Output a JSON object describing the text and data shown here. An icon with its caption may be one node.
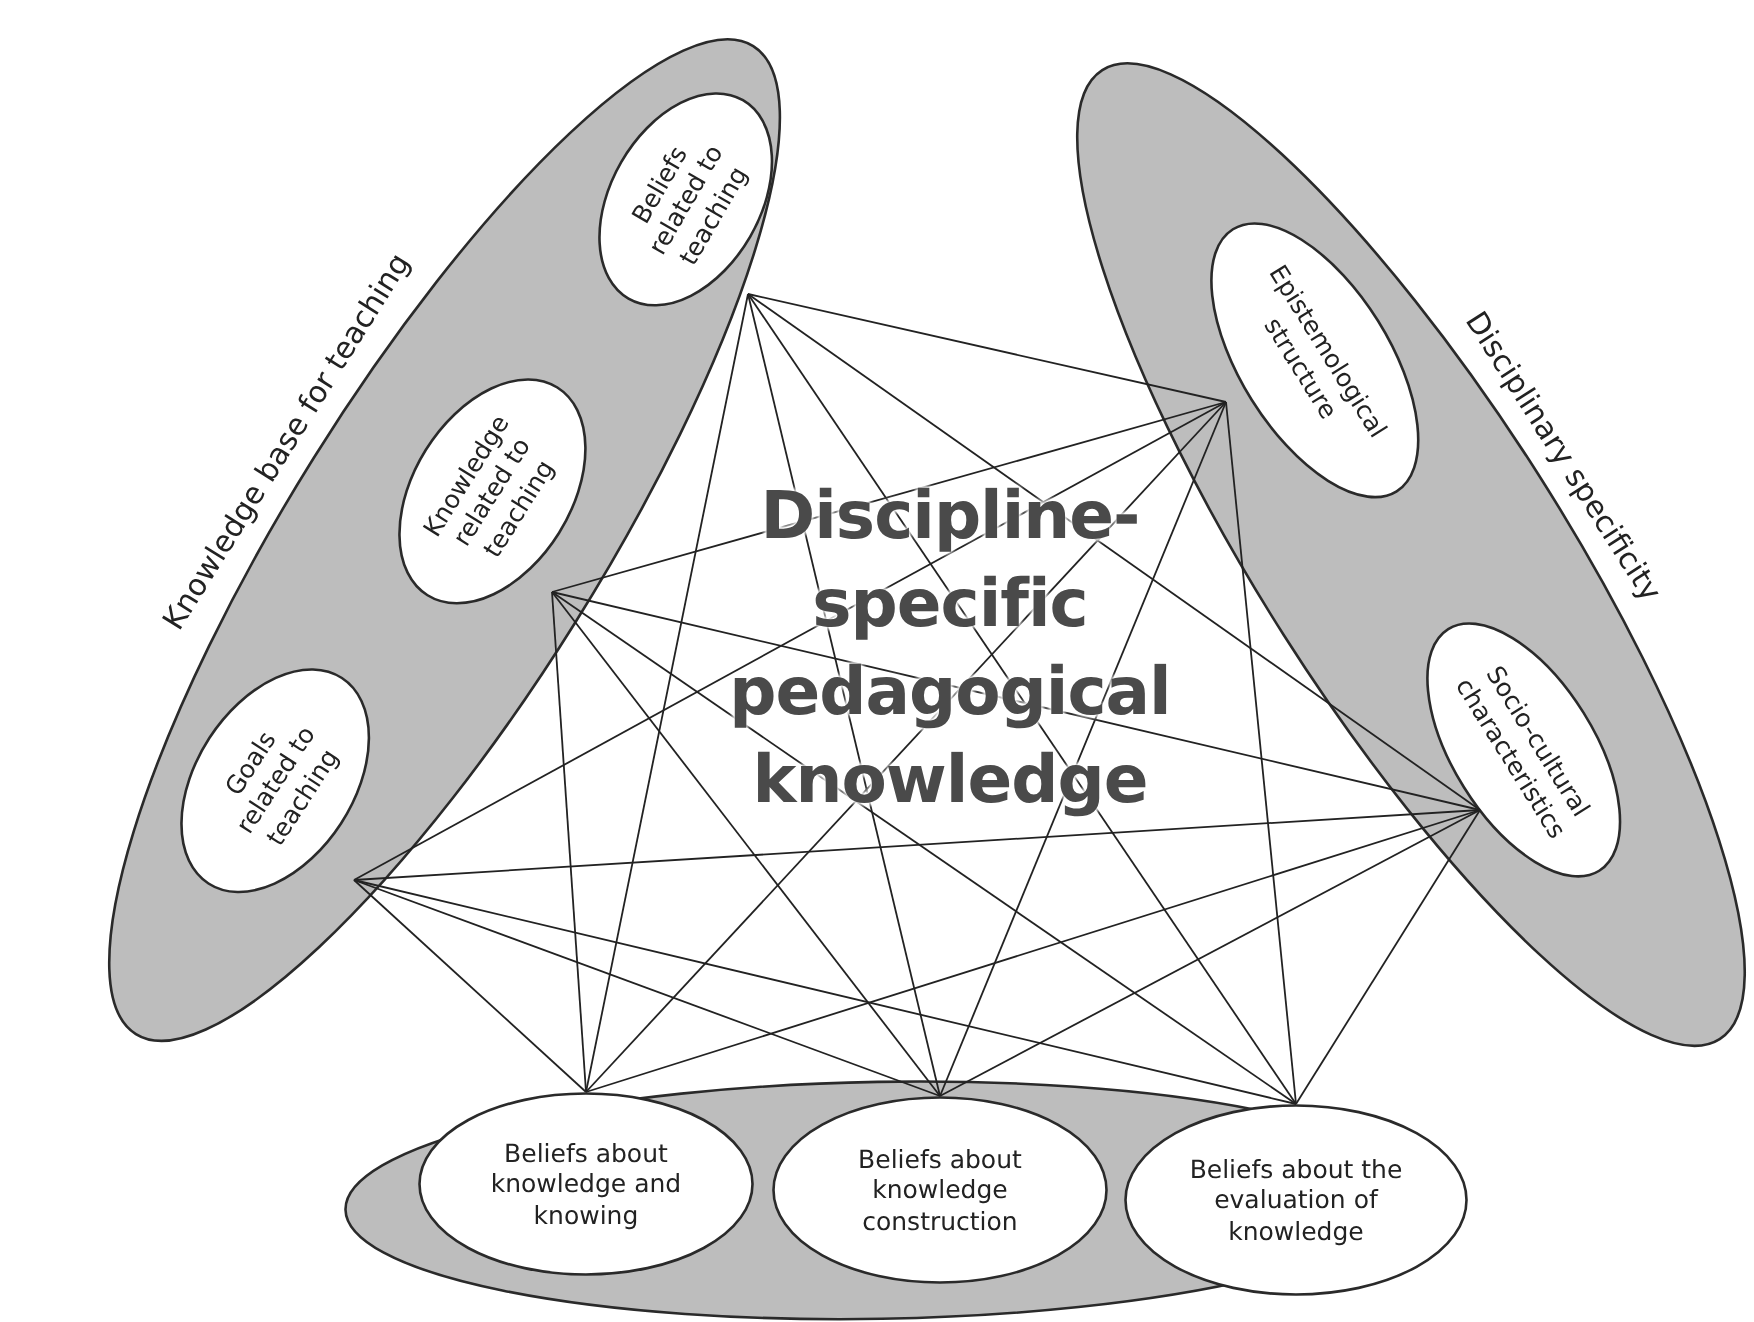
{
  "diagram": {
    "nodes": [
      {
        "text": [
          "Knowledge base for teaching"
        ]
      },
      {
        "text": [
          "Beliefs related to teaching"
        ],
        "in": 0
      },
      {
        "text": [
          "Knowledge related to teaching"
        ],
        "in": 0
      },
      {
        "text": [
          "Goals related to teaching"
        ],
        "in": 0
      },
      {
        "text": [
          "Disciplinary specificity"
        ]
      },
      {
        "text": [
          "Epistemological structure"
        ],
        "in": 4
      },
      {
        "text": [
          "Socio-cultural characteristics"
        ],
        "in": 4
      },
      {
        "text": [],
        "shape": "ellipse"
      },
      {
        "text": [
          "Beliefs about knowledge and knowing"
        ],
        "in": 7
      },
      {
        "text": [
          "Beliefs about knowledge construction"
        ],
        "in": 7
      },
      {
        "text": [
          "Beliefs about the evaluation of knowledge"
        ],
        "in": 7
      }
    ],
    "edges": [
      {
        "from": 1,
        "to": 5,
        "arrow": "none"
      },
      {
        "from": 1,
        "to": 6,
        "arrow": "none"
      },
      {
        "from": 1,
        "to": 8,
        "arrow": "none"
      },
      {
        "from": 1,
        "to": 9,
        "arrow": "none"
      },
      {
        "from": 1,
        "to": 10,
        "arrow": "none"
      },
      {
        "from": 2,
        "to": 5,
        "arrow": "none"
      },
      {
        "from": 2,
        "to": 6,
        "arrow": "none"
      },
      {
        "from": 2,
        "to": 8,
        "arrow": "none"
      },
      {
        "from": 2,
        "to": 9,
        "arrow": "none"
      },
      {
        "from": 2,
        "to": 10,
        "arrow": "none"
      },
      {
        "from": 3,
        "to": 5,
        "arrow": "none"
      },
      {
        "from": 3,
        "to": 6,
        "arrow": "none"
      },
      {
        "from": 3,
        "to": 8,
        "arrow": "none"
      },
      {
        "from": 3,
        "to": 9,
        "arrow": "none"
      },
      {
        "from": 3,
        "to": 10,
        "arrow": "none"
      },
      {
        "from": 5,
        "to": 8,
        "arrow": "none"
      },
      {
        "from": 5,
        "to": 9,
        "arrow": "none"
      },
      {
        "from": 5,
        "to": 10,
        "arrow": "none"
      },
      {
        "from": 6,
        "to": 8,
        "arrow": "none"
      },
      {
        "from": 6,
        "to": 9,
        "arrow": "none"
      },
      {
        "from": 6,
        "to": 10,
        "arrow": "none"
      }
    ],
    "labels": [
      "Discipline-specific pedagogical knowledge"
    ]
  }
}
